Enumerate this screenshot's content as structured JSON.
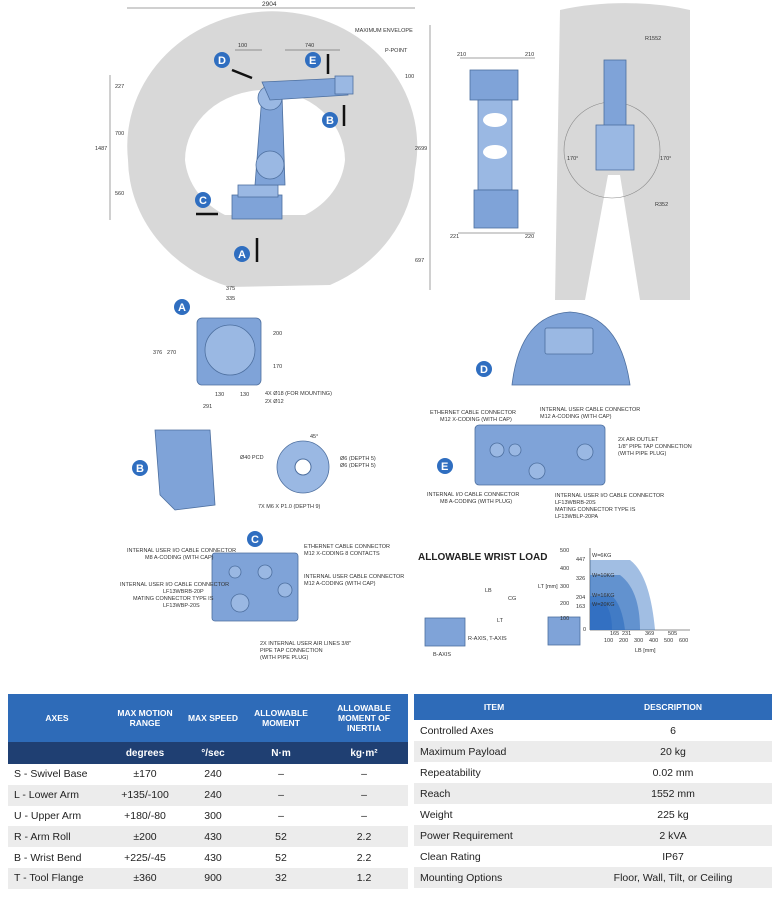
{
  "drawing": {
    "top_dims": {
      "width_total": "2904",
      "d100": "100",
      "d740": "740",
      "d100b": "100",
      "d227": "227",
      "d700": "700",
      "d1487": "1487",
      "d560": "560",
      "d2699": "2699",
      "d697": "697",
      "max_envelope": "MAXIMUM ENVELOPE",
      "p_point": "P-POINT"
    },
    "front_dims": {
      "d210a": "210",
      "d210b": "210",
      "d221": "221",
      "d220": "220"
    },
    "plan_dims": {
      "r1552": "R1552",
      "r352": "R352",
      "deg170a": "170°",
      "deg170b": "170°"
    },
    "base_dims": {
      "d375": "375",
      "d335": "335",
      "d376": "376",
      "d270": "270",
      "d200": "200",
      "d170": "170",
      "d291": "291",
      "d130a": "130",
      "d130b": "130",
      "holes": "4X Ø18 (FOR MOUNTING)",
      "pin": "2X Ø12"
    },
    "flange_dims": {
      "deg45": "45°",
      "pcd": "Ø40 PCD",
      "pin": "Ø6 (DEPTH 5)",
      "taps": "7X M6 X P1.0 (DEPTH 9)"
    },
    "e_labels": {
      "ethernet": "ETHERNET CABLE CONNECTOR",
      "ethernet2": "M12 X-CODING (WITH CAP)",
      "user_cable": "INTERNAL USER CABLE CONNECTOR",
      "user_cable2": "M12 A-CODING (WITH CAP)",
      "air": "2X AIR OUTLET",
      "air2": "1/8\" PIPE TAP CONNECTION",
      "air3": "(WITH PIPE PLUG)",
      "io": "INTERNAL I/O CABLE CONNECTOR",
      "io2": "M8 A-CODING (WITH PLUG)",
      "user_io": "INTERNAL USER I/O CABLE CONNECTOR",
      "user_io2": "LF13WBRB-20S",
      "user_io3": "MATING CONNECTOR TYPE IS",
      "user_io4": "LF13WBLP-20PA"
    },
    "c_labels": {
      "io": "INTERNAL USER I/O CABLE CONNECTOR",
      "io2": "M8 A-CODING (WITH CAP)",
      "ioc": "INTERNAL USER I/O CABLE CONNECTOR",
      "ioc2": "LF13WBRB-20P",
      "ioc3": "MATING CONNECTOR TYPE IS",
      "ioc4": "LF13WBP-20S",
      "eth": "ETHERNET CABLE CONNECTOR",
      "eth2": "M12 X-CODING 8 CONTACTS",
      "usr": "INTERNAL USER CABLE CONNECTOR",
      "usr2": "M12 A-CODING (WITH CAP)",
      "air": "2X INTERNAL USER AIR LINES 3/8\"",
      "air2": "PIPE TAP CONNECTION",
      "air3": "(WITH PIPE PLUG)"
    },
    "badges": {
      "a": "A",
      "b": "B",
      "c": "C",
      "d": "D",
      "e": "E"
    },
    "wrist": {
      "title": "ALLOWABLE WRIST LOAD",
      "lt_label": "LT [mm]",
      "lb_label": "LB [mm]",
      "y_ticks": [
        "500",
        "447",
        "400",
        "326",
        "300",
        "204",
        "200",
        "163",
        "100",
        "0"
      ],
      "x_ticks": [
        "100",
        "200",
        "300",
        "400",
        "500",
        "600"
      ],
      "x_top": [
        "165",
        "231",
        "369",
        "505"
      ],
      "series": [
        "W=6KG",
        "W=10KG",
        "W=16KG",
        "W=20KG"
      ],
      "b_axis": "B-AXIS",
      "rt_axis": "R-AXIS, T-AXIS",
      "lb": "LB",
      "lt": "LT",
      "cg": "CG"
    }
  },
  "axes_table": {
    "headers": [
      "AXES",
      "MAX MOTION RANGE",
      "MAX SPEED",
      "ALLOWABLE MOMENT",
      "ALLOWABLE MOMENT OF INERTIA"
    ],
    "units": [
      "",
      "degrees",
      "°/sec",
      "N·m",
      "kg·m²"
    ],
    "rows": [
      [
        "S - Swivel Base",
        "±170",
        "240",
        "–",
        "–"
      ],
      [
        "L - Lower Arm",
        "+135/-100",
        "240",
        "–",
        "–"
      ],
      [
        "U - Upper Arm",
        "+180/-80",
        "300",
        "–",
        "–"
      ],
      [
        "R - Arm Roll",
        "±200",
        "430",
        "52",
        "2.2"
      ],
      [
        "B - Wrist Bend",
        "+225/-45",
        "430",
        "52",
        "2.2"
      ],
      [
        "T - Tool Flange",
        "±360",
        "900",
        "32",
        "1.2"
      ]
    ]
  },
  "spec_table": {
    "headers": [
      "ITEM",
      "DESCRIPTION"
    ],
    "rows": [
      [
        "Controlled Axes",
        "6"
      ],
      [
        "Maximum Payload",
        "20 kg"
      ],
      [
        "Repeatability",
        "0.02 mm"
      ],
      [
        "Reach",
        "1552 mm"
      ],
      [
        "Weight",
        "225 kg"
      ],
      [
        "Power Requirement",
        "2 kVA"
      ],
      [
        "Clean Rating",
        "IP67"
      ],
      [
        "Mounting Options",
        "Floor, Wall, Tilt, or Ceiling"
      ]
    ]
  }
}
